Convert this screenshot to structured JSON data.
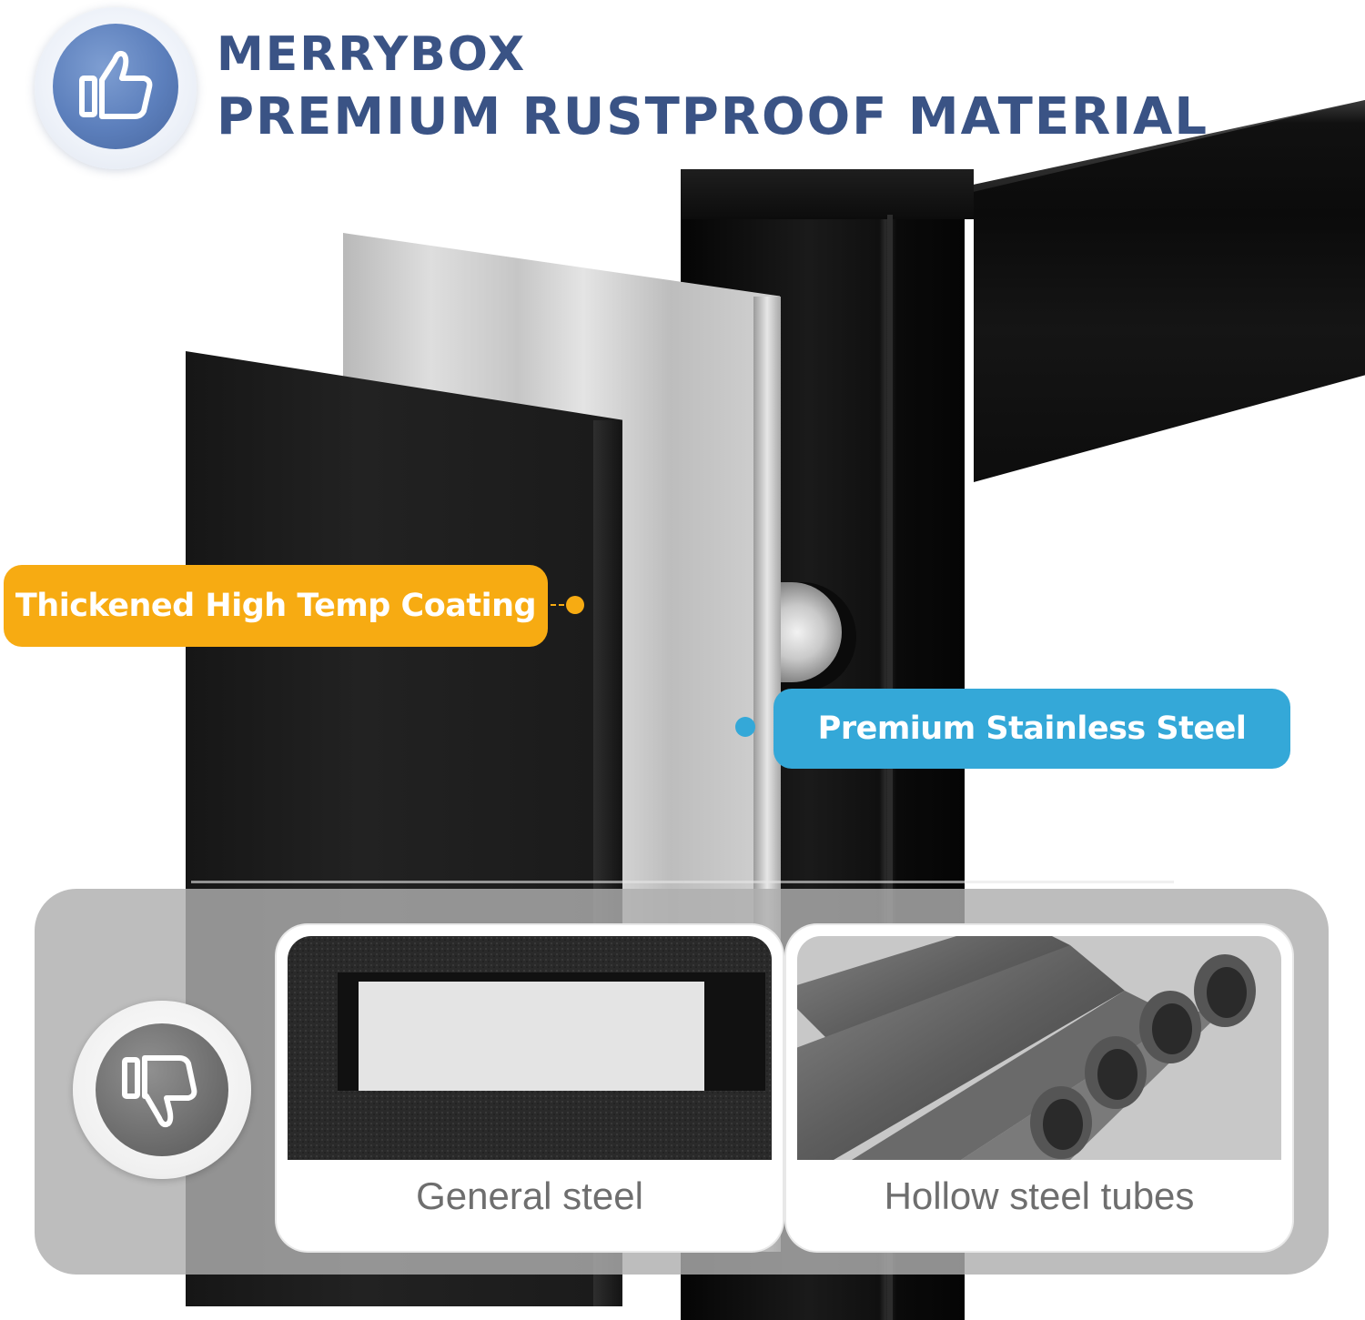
{
  "header": {
    "brand": "MERRYBOX",
    "headline": "PREMIUM RUSTPROOF MATERIAL",
    "badge_icon": "thumbs-up-icon"
  },
  "callouts": {
    "coating": "Thickened High Temp Coating",
    "steel": "Premium Stainless Steel"
  },
  "comparison": {
    "badge_icon": "thumbs-down-icon",
    "items": [
      {
        "label": "General steel"
      },
      {
        "label": "Hollow steel tubes"
      }
    ]
  },
  "colors": {
    "title": "#3a5385",
    "coating_tag": "#f7ab12",
    "steel_tag": "#34a8d8"
  }
}
